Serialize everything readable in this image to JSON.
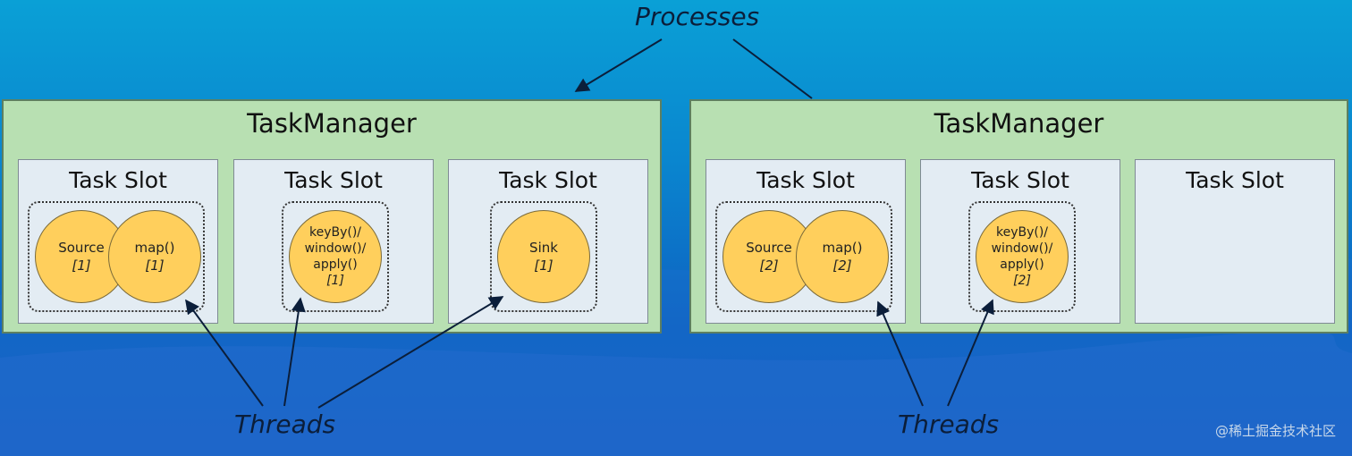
{
  "processes_label": "Processes",
  "threads_label": "Threads",
  "watermark": "@稀土掘金技术社区",
  "task_manager_title": "TaskManager",
  "slot_title": "Task Slot",
  "colors": {
    "task_manager_fill": "#b8e0b2",
    "slot_fill": "#e3ecf3",
    "operator_fill": "#ffcf5c",
    "label_text": "#0b1e3a"
  },
  "task_managers": [
    {
      "slots": [
        {
          "operators": [
            {
              "name": "Source",
              "index": "[1]"
            },
            {
              "name": "map()",
              "index": "[1]"
            }
          ]
        },
        {
          "operators": [
            {
              "name": "keyBy()/ window()/ apply()",
              "index": "[1]"
            }
          ]
        },
        {
          "operators": [
            {
              "name": "Sink",
              "index": "[1]"
            }
          ]
        }
      ]
    },
    {
      "slots": [
        {
          "operators": [
            {
              "name": "Source",
              "index": "[2]"
            },
            {
              "name": "map()",
              "index": "[2]"
            }
          ]
        },
        {
          "operators": [
            {
              "name": "keyBy()/ window()/ apply()",
              "index": "[2]"
            }
          ]
        },
        {
          "operators": []
        }
      ]
    }
  ]
}
